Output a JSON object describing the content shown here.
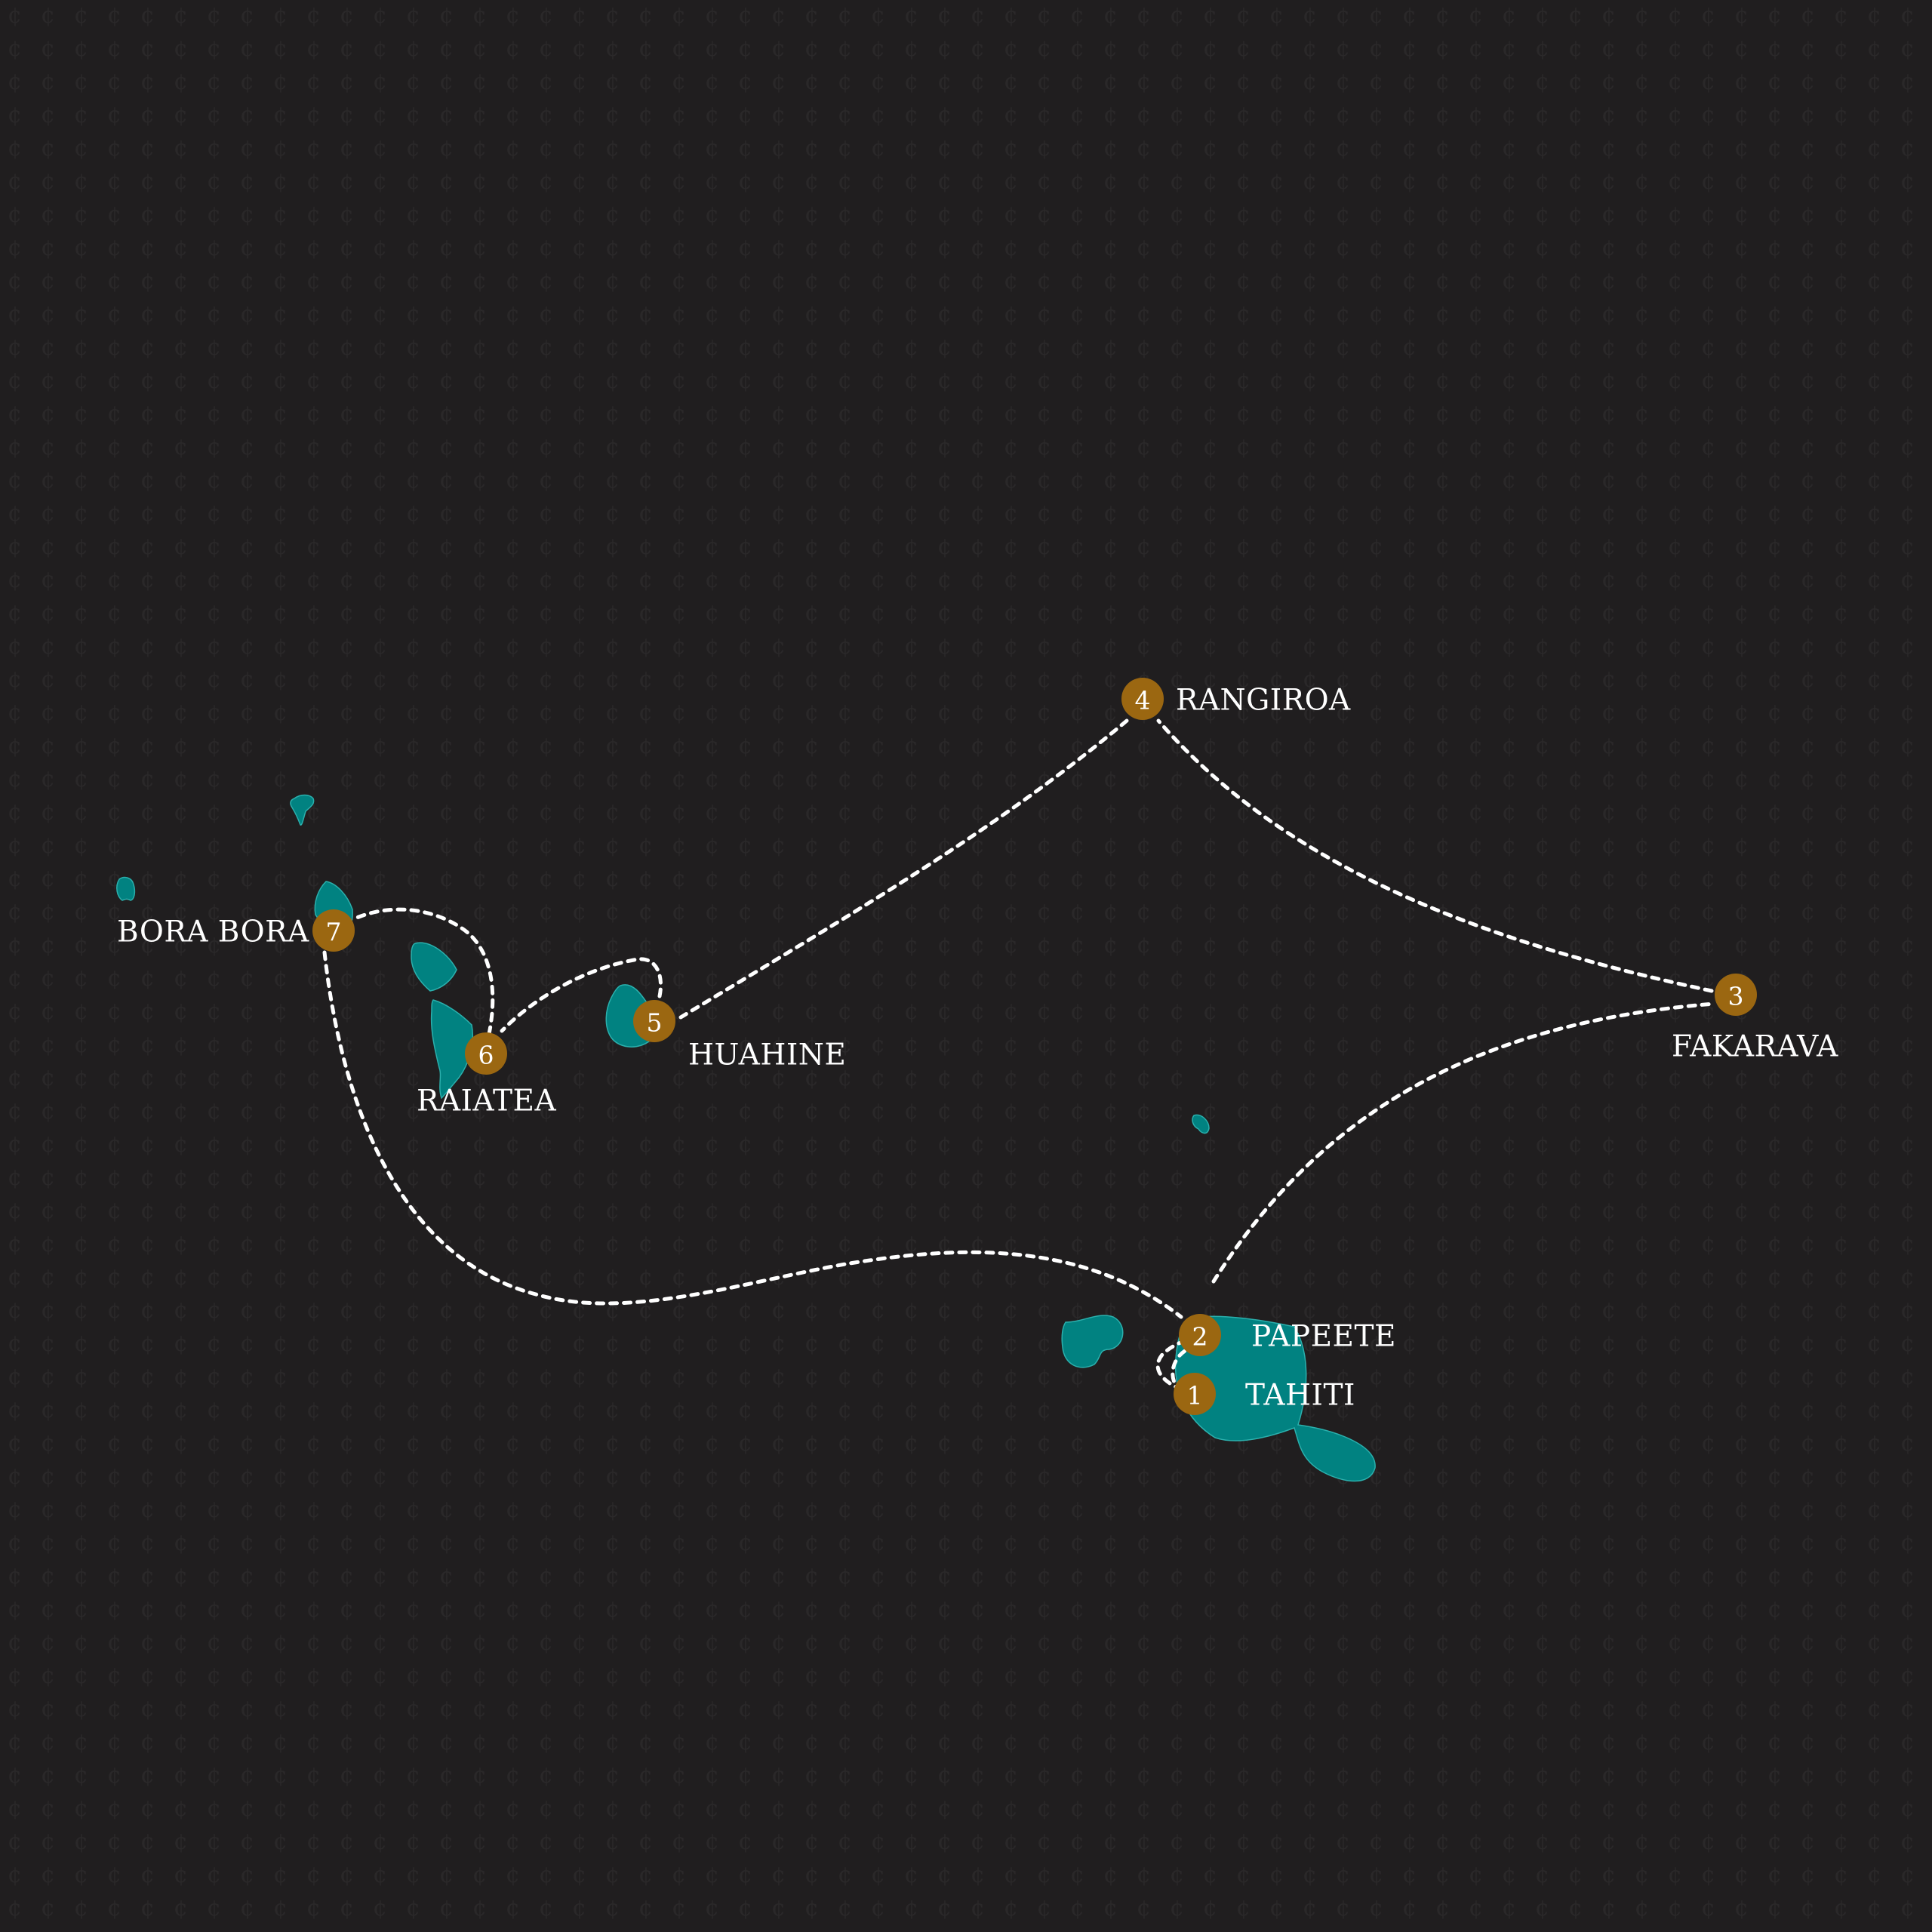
{
  "map": {
    "background_color": "#201e1f",
    "island_color": "#018281",
    "marker_color": "#9b6711",
    "route_color": "#ffffff",
    "route_style": "dashed",
    "pattern_glyph": "¢"
  },
  "stops": [
    {
      "number": "1",
      "name": "TAHITI"
    },
    {
      "number": "2",
      "name": "PAPEETE"
    },
    {
      "number": "3",
      "name": "FAKARAVA"
    },
    {
      "number": "4",
      "name": "RANGIROA"
    },
    {
      "number": "5",
      "name": "HUAHINE"
    },
    {
      "number": "6",
      "name": "RAIATEA"
    },
    {
      "number": "7",
      "name": "BORA BORA"
    }
  ]
}
